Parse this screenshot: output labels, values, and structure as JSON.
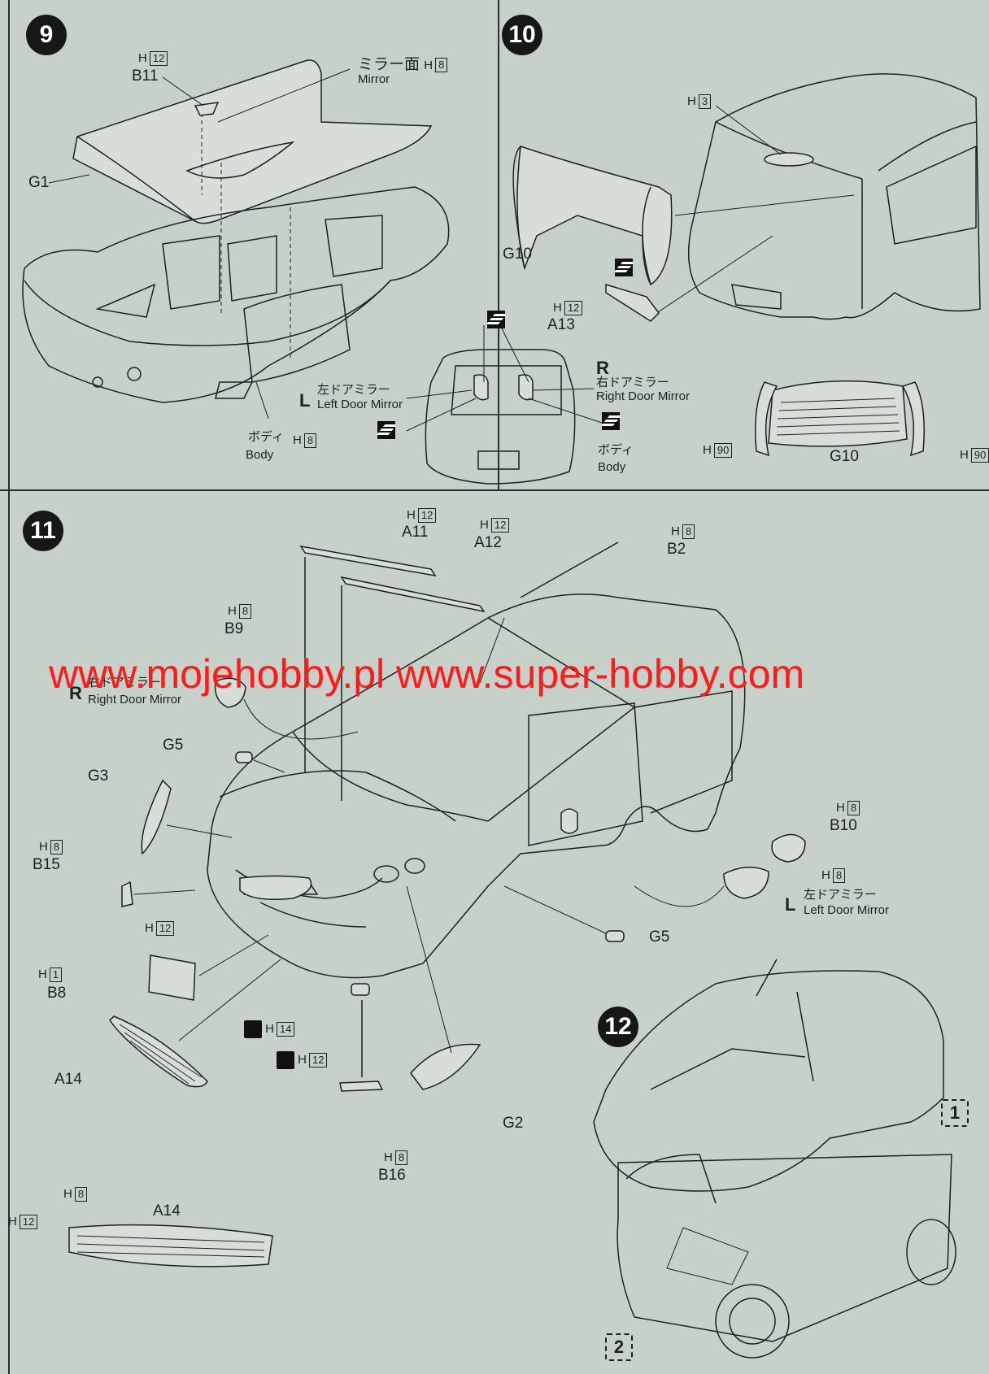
{
  "steps": {
    "s9": "9",
    "s10": "10",
    "s11": "11",
    "s12": "12"
  },
  "step9": {
    "b11": "B11",
    "b11_h": "H",
    "b11_h_code": "12",
    "mirror_jp": "ミラー面",
    "mirror_en": "Mirror",
    "mirror_h": "H",
    "mirror_h_code": "8",
    "g1": "G1",
    "body_jp": "ボディ",
    "body_en": "Body",
    "body_h": "H",
    "body_h_code": "8"
  },
  "step10": {
    "h3": "H",
    "h3_code": "3",
    "g10": "G10",
    "a13": "A13",
    "a13_h": "H",
    "a13_h_code": "12",
    "r_letter": "R",
    "right_jp": "右ドアミラー",
    "right_en": "Right Door Mirror",
    "l_letter": "L",
    "left_jp": "左ドアミラー",
    "left_en": "Left Door Mirror",
    "body_jp": "ボディ",
    "body_en": "Body",
    "g10_b": "G10",
    "h90_l": "H",
    "h90_l_code": "90",
    "h90_r": "H",
    "h90_r_code": "90"
  },
  "step11": {
    "a11": "A11",
    "a11_h": "H",
    "a11_h_code": "12",
    "a12": "A12",
    "a12_h": "H",
    "a12_h_code": "12",
    "b2": "B2",
    "b2_h": "H",
    "b2_h_code": "8",
    "b9": "B9",
    "b9_h": "H",
    "b9_h_code": "8",
    "r_letter": "R",
    "right_jp": "右ドアミラー",
    "right_en": "Right Door Mirror",
    "g5a": "G5",
    "g3": "G3",
    "b15": "B15",
    "b15_h": "H",
    "b15_h_code": "8",
    "h12_front": "H",
    "h12_front_code": "12",
    "b8": "B8",
    "b8_h": "H",
    "b8_h_code": "1",
    "a14": "A14",
    "h14": "H",
    "h14_code": "14",
    "h12_fog": "H",
    "h12_fog_code": "12",
    "b16": "B16",
    "b16_h": "H",
    "b16_h_code": "8",
    "g2": "G2",
    "g5b": "G5",
    "b10": "B10",
    "b10_h": "H",
    "b10_h_code": "8",
    "l_letter": "L",
    "left_jp": "左ドアミラー",
    "left_en": "Left Door Mirror",
    "left_h": "H",
    "left_h_code": "8",
    "a14_detail": "A14",
    "a14_detail_h_top": "H",
    "a14_detail_h_top_code": "8",
    "a14_detail_h_left": "H",
    "a14_detail_h_left_code": "12"
  },
  "step12": {
    "ref1": "1",
    "ref2": "2"
  },
  "watermark": "www.mojehobby.pl www.super-hobby.com",
  "colors": {
    "paper": "#c7d0c9",
    "ink": "#1d211e",
    "watermark": "#ff1a1a"
  }
}
